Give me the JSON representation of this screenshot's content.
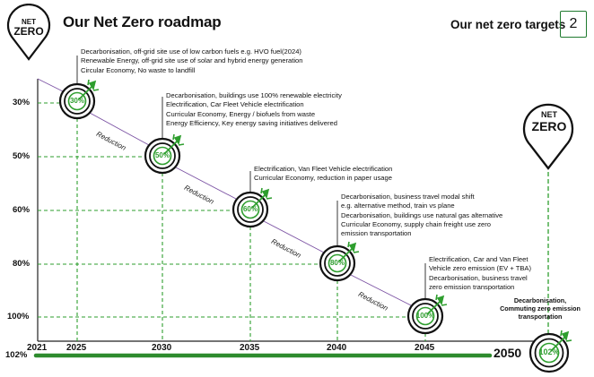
{
  "header": {
    "title": "Our Net Zero roadmap",
    "targets_label": "Our net zero targets",
    "page_number": "2",
    "logo_line1": "NET",
    "logo_line2": "ZERO"
  },
  "colors": {
    "accent_green": "#2e9e2e",
    "dark_green": "#1e6e2a",
    "dark": "#111111",
    "reduction_line": "#7b52a3"
  },
  "y_axis": [
    "30%",
    "50%",
    "60%",
    "80%",
    "100%",
    "102%"
  ],
  "x_axis": [
    "2021",
    "2025",
    "2030",
    "2035",
    "2040",
    "2045"
  ],
  "final_year": "2050",
  "milestones": [
    {
      "year": "2025",
      "percent": "30%",
      "lines": [
        "Decarbonisation, off-grid site use of low carbon fuels e.g. HVO fuel(2024)",
        "Renewable Energy, off-grid site use of solar and hybrid energy generation",
        "Circular Economy, No waste to landfill"
      ]
    },
    {
      "year": "2030",
      "percent": "50%",
      "lines": [
        "Decarbonisation, buildings use 100% renewable electricity",
        "Electrification, Car Fleet Vehicle electrification",
        "Curricular Economy, Energy / biofuels from waste",
        "Energy Efficiency, Key energy saving initiatives delivered"
      ]
    },
    {
      "year": "2035",
      "percent": "60%",
      "lines": [
        "Electrification, Van Fleet Vehicle electrification",
        "Curricular Economy, reduction in paper usage"
      ]
    },
    {
      "year": "2040",
      "percent": "80%",
      "lines": [
        "Decarbonisation, business travel modal shift",
        "e.g. alternative method, train vs plane",
        "Decarbonisation, buildings use natural gas alternative",
        "Curricular Economy, supply chain freight use zero",
        "emission transportation"
      ]
    },
    {
      "year": "2045",
      "percent": "100%",
      "lines": [
        "Electrification, Car and Van Fleet",
        "Vehicle zero emission (EV + TBA)",
        "Decarbonisation, business travel",
        "zero emission transportation"
      ]
    }
  ],
  "reduction_label": "Reduction",
  "final_target": {
    "percent": "102%",
    "lines": [
      "Decarbonisation,",
      "Commuting zero emission",
      "transportation"
    ]
  }
}
